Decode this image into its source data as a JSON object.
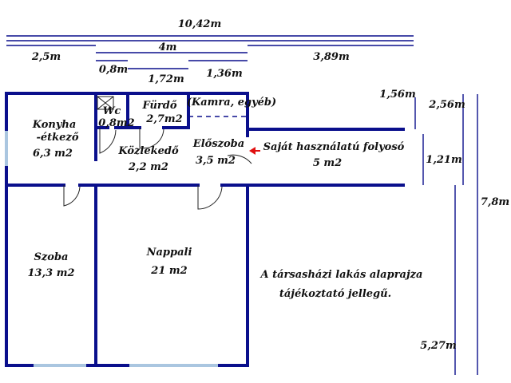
{
  "dimensions": {
    "total_width": "10,42m",
    "left_section": "2,5m",
    "middle_section": "4m",
    "right_section": "3,89m",
    "wc_width": "0,8m",
    "bath_width": "1,72m",
    "pantry_width": "1,36m",
    "corridor_top": "1,56m",
    "corridor_side": "2,56m",
    "corridor_width": "1,21m",
    "total_height": "7,8m",
    "lower_height": "5,27m"
  },
  "rooms": {
    "kitchen_name_1": "Konyha",
    "kitchen_name_2": "-étkező",
    "kitchen_area": "6,3 m2",
    "wc_name": "Wc",
    "wc_area": "0,8m2",
    "bath_name": "Fürdő",
    "bath_area": "2,7m2",
    "pantry_name": "(Kamra, egyéb)",
    "hall_name": "Közlekedő",
    "hall_area": "2,2 m2",
    "entry_name": "Előszoba",
    "entry_area": "3,5 m2",
    "corridor_name": "Saját használatú folyosó",
    "corridor_area": "5 m2",
    "room_name": "Szoba",
    "room_area": "13,3 m2",
    "living_name": "Nappali",
    "living_area": "21 m2"
  },
  "note": {
    "line1": "A társasházi lakás alaprajza",
    "line2": "tájékoztató jellegű."
  },
  "colors": {
    "wall": "#0a0f8c",
    "window": "#aac6e0",
    "arrow": "#e01010"
  }
}
